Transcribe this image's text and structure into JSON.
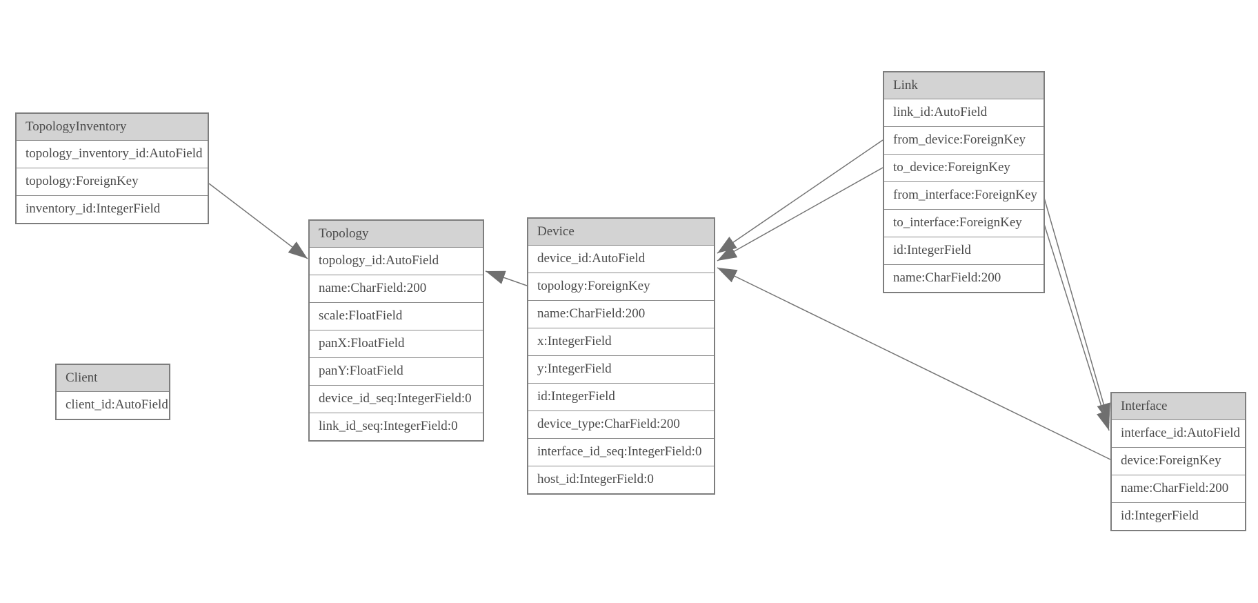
{
  "diagram": {
    "type": "entity-relationship-model-graph",
    "colors": {
      "header_fill": "#d3d3d3",
      "border": "#7d7d7d",
      "row_separator": "#8a8a8a",
      "text": "#4a4a4a",
      "edge_line": "#757575",
      "arrowhead": "#6f6f6f",
      "background": "#ffffff"
    }
  },
  "tables": [
    {
      "name": "TopologyInventory",
      "fields": [
        "topology_inventory_id:AutoField",
        "topology:ForeignKey",
        "inventory_id:IntegerField"
      ]
    },
    {
      "name": "Topology",
      "fields": [
        "topology_id:AutoField",
        "name:CharField:200",
        "scale:FloatField",
        "panX:FloatField",
        "panY:FloatField",
        "device_id_seq:IntegerField:0",
        "link_id_seq:IntegerField:0"
      ]
    },
    {
      "name": "Client",
      "fields": [
        "client_id:AutoField"
      ]
    },
    {
      "name": "Device",
      "fields": [
        "device_id:AutoField",
        "topology:ForeignKey",
        "name:CharField:200",
        "x:IntegerField",
        "y:IntegerField",
        "id:IntegerField",
        "device_type:CharField:200",
        "interface_id_seq:IntegerField:0",
        "host_id:IntegerField:0"
      ]
    },
    {
      "name": "Link",
      "fields": [
        "link_id:AutoField",
        "from_device:ForeignKey",
        "to_device:ForeignKey",
        "from_interface:ForeignKey",
        "to_interface:ForeignKey",
        "id:IntegerField",
        "name:CharField:200"
      ]
    },
    {
      "name": "Interface",
      "fields": [
        "interface_id:AutoField",
        "device:ForeignKey",
        "name:CharField:200",
        "id:IntegerField"
      ]
    }
  ],
  "edges": [
    {
      "name": "topologyinventory-topology",
      "from": "TopologyInventory.topology",
      "to": "Topology"
    },
    {
      "name": "device-topology",
      "from": "Device.topology",
      "to": "Topology"
    },
    {
      "name": "link-from-device",
      "from": "Link.from_device",
      "to": "Device"
    },
    {
      "name": "link-to-device",
      "from": "Link.to_device",
      "to": "Device"
    },
    {
      "name": "interface-device",
      "from": "Interface.device",
      "to": "Device"
    },
    {
      "name": "link-from-interface",
      "from": "Link.from_interface",
      "to": "Interface"
    },
    {
      "name": "link-to-interface",
      "from": "Link.to_interface",
      "to": "Interface"
    }
  ]
}
